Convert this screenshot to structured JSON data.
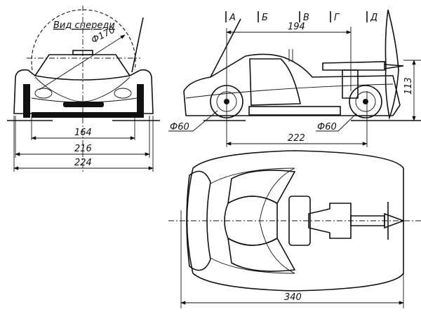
{
  "front_view": {
    "title": "Вид спереди",
    "diameter_label": "Ф170",
    "dims": [
      "164",
      "216",
      "224"
    ]
  },
  "side_view": {
    "sections": [
      "А",
      "Б",
      "В",
      "Г",
      "Д"
    ],
    "dim_top": "194",
    "dim_height": "113",
    "wheel_front_label": "Ф60",
    "wheel_rear_label": "Ф60",
    "dim_wheelbase": "222"
  },
  "top_view": {
    "dim_length": "340"
  }
}
